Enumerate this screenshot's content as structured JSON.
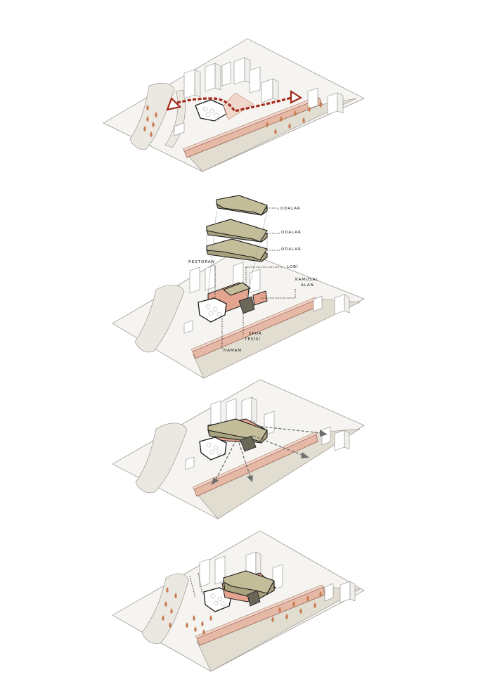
{
  "diagram_2": {
    "labels": {
      "odalar_top": "ODALAR",
      "odalar_mid": "ODALAR",
      "odalar_low": "ODALAR",
      "restoran": "RESTORAN",
      "lobi": "LOBİ",
      "kamusal_line1": "KAMUSAL",
      "kamusal_line2": "ALAN",
      "spor_line1": "SPOR",
      "spor_line2": "TESİSİ",
      "hamam": "HAMAM"
    }
  },
  "colors": {
    "accent_red": "#a3281a",
    "terracotta": "#e6b9a6",
    "khaki": "#c3bd9a",
    "salmon": "#e3a58f",
    "tree": "#c97a4e"
  }
}
